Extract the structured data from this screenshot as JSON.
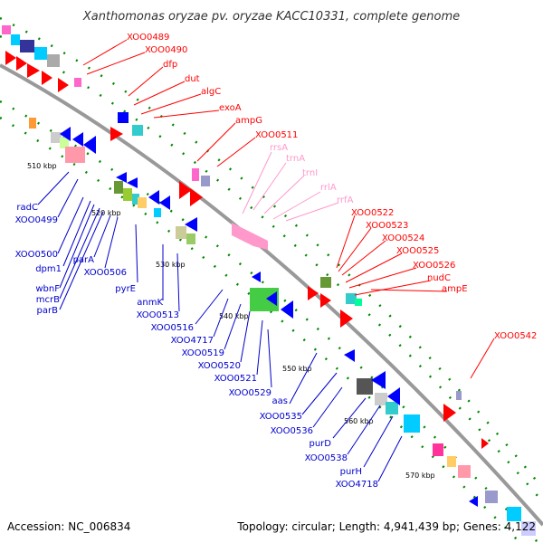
{
  "title": "Xanthomonas oryzae pv. oryzae KACC10331, complete genome",
  "footer": {
    "accession": "Accession: NC_006834",
    "summary": "Topology: circular; Length: 4,941,439 bp; Genes: 4,122"
  },
  "colors": {
    "forward_label": "#ff0000",
    "reverse_label": "#0000cc",
    "rna_label": "#ff99cc",
    "backbone": "#999999",
    "tick": "#008800"
  },
  "kbp_ticks": [
    "510 kbp",
    "520 kbp",
    "530 kbp",
    "540 kbp",
    "550 kbp",
    "560 kbp",
    "570 kbp"
  ],
  "forward_labels": [
    "XOO0489",
    "XOO0490",
    "dfp",
    "dut",
    "algC",
    "exoA",
    "ampG",
    "XOO0511",
    "XOO0522",
    "XOO0523",
    "XOO0524",
    "XOO0525",
    "XOO0526",
    "nudC",
    "ampE",
    "XOO0542"
  ],
  "rna_labels": [
    "rrsA",
    "trnA",
    "trnI",
    "rrlA",
    "rrfA"
  ],
  "reverse_labels": [
    "radC",
    "XOO0499",
    "XOO0500",
    "dpm1",
    "wbnF",
    "mcrB",
    "parB",
    "parA",
    "XOO0506",
    "pyrE",
    "anmK",
    "XOO0513",
    "XOO0516",
    "XOO4717",
    "XOO0519",
    "XOO0520",
    "XOO0521",
    "XOO0529",
    "aas",
    "XOO0535",
    "XOO0536",
    "purD",
    "XOO0538",
    "purH",
    "XOO4718"
  ]
}
